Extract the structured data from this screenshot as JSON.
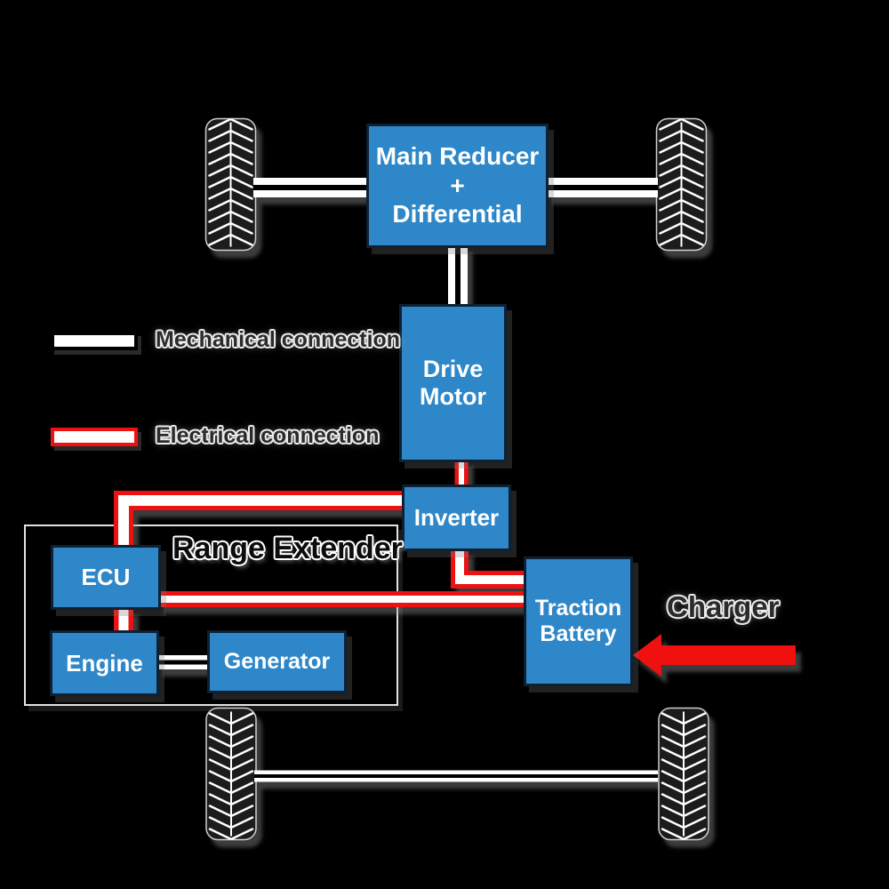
{
  "diagram": {
    "type": "powertrain-block-diagram",
    "container": {
      "label": "Range Extender"
    },
    "nodes": {
      "main_reducer": {
        "lines": [
          "Main Reducer",
          "+",
          "Differential"
        ]
      },
      "drive_motor": {
        "lines": [
          "Drive",
          "Motor"
        ]
      },
      "inverter": {
        "lines": [
          "Inverter"
        ]
      },
      "traction_battery": {
        "lines": [
          "Traction",
          "Battery"
        ]
      },
      "ecu": {
        "lines": [
          "ECU"
        ]
      },
      "engine": {
        "lines": [
          "Engine"
        ]
      },
      "generator": {
        "lines": [
          "Generator"
        ]
      }
    },
    "legend": {
      "mechanical": {
        "label": "Mechanical connection"
      },
      "electrical": {
        "label": "Electrical connection"
      }
    },
    "annotations": {
      "charger": {
        "label": "Charger",
        "arrow": "red-arrow-pointing-left-into-traction-battery"
      }
    },
    "connections": [
      {
        "from": "front-left-wheel",
        "to": "main_reducer",
        "type": "mechanical"
      },
      {
        "from": "main_reducer",
        "to": "front-right-wheel",
        "type": "mechanical"
      },
      {
        "from": "main_reducer",
        "to": "drive_motor",
        "type": "mechanical"
      },
      {
        "from": "engine",
        "to": "generator",
        "type": "mechanical"
      },
      {
        "from": "rear-left-wheel",
        "to": "rear-right-wheel",
        "type": "mechanical"
      },
      {
        "from": "drive_motor",
        "to": "inverter",
        "type": "electrical"
      },
      {
        "from": "inverter",
        "to": "ecu",
        "type": "electrical"
      },
      {
        "from": "ecu",
        "to": "engine",
        "type": "electrical"
      },
      {
        "from": "ecu",
        "to": "traction_battery",
        "type": "electrical"
      },
      {
        "from": "inverter",
        "to": "traction_battery",
        "type": "electrical"
      }
    ],
    "colors": {
      "background": "#000000",
      "box_fill": "#2E87C8",
      "box_border": "#0D2133",
      "box_text": "#FFFFFF",
      "electrical_red": "#EE1111",
      "mechanical_white": "#FFFFFF",
      "outlined_text_fill": "#2B2B2B"
    }
  }
}
